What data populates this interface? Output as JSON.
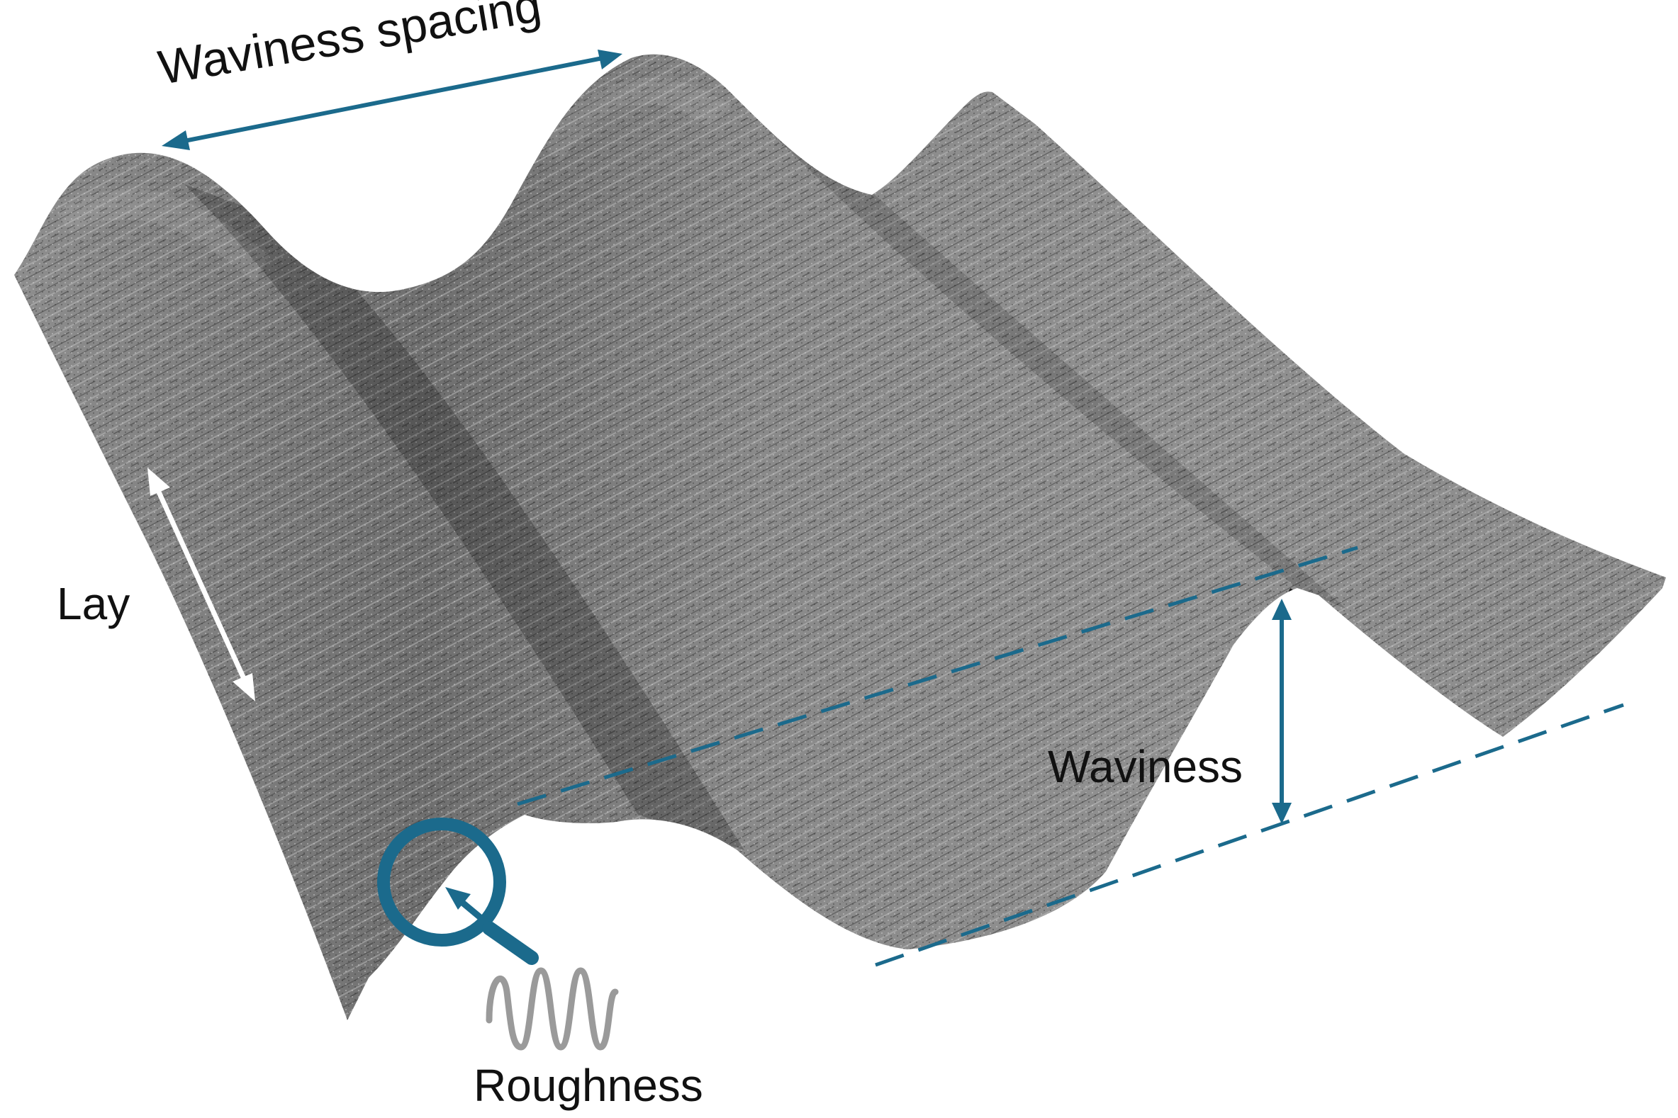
{
  "labels": {
    "waviness_spacing": "Waviness spacing",
    "lay": "Lay",
    "waviness": "Waviness",
    "roughness": "Roughness"
  },
  "colors": {
    "annotation": "#1b6a8c",
    "surface_light": "#9b9b9b",
    "surface_dark": "#4a4a4a",
    "lay_arrow": "#ffffff",
    "roughness_wave": "#9a9a9a"
  },
  "icons": {
    "magnifier": "magnifier-icon",
    "roughness_wave": "sine-wave-icon"
  }
}
